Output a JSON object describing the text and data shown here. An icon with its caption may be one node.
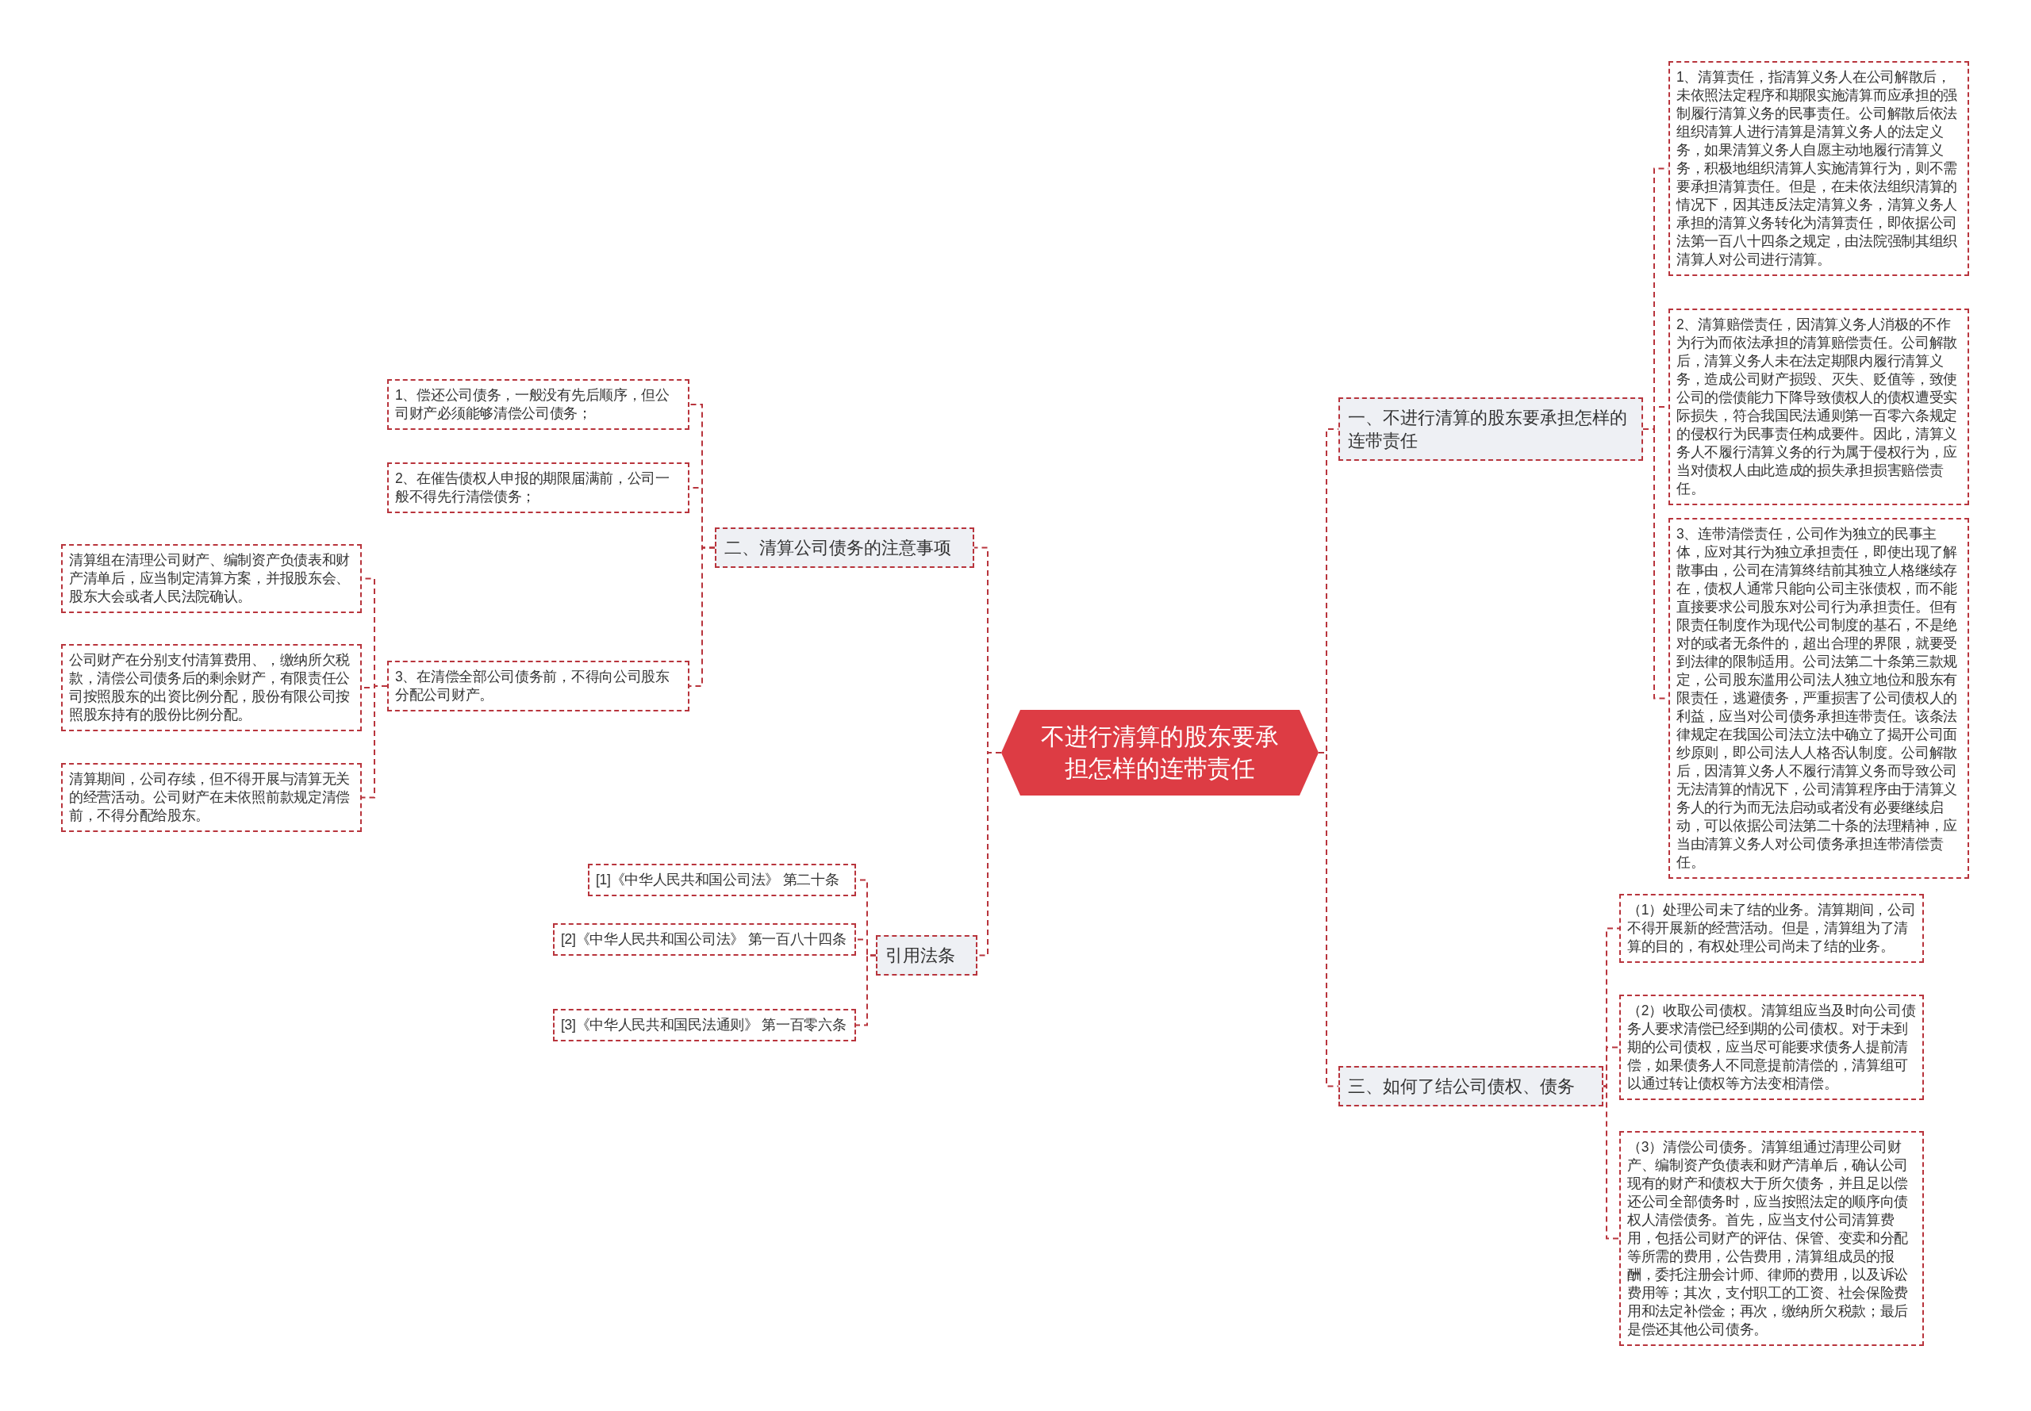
{
  "diagram": {
    "nodes": [
      {
        "text": [
          "不进行清算的股东要承担怎样的连带责任"
        ]
      },
      {
        "text": [
          "一、不进行清算的股东要承担怎样的连带责任"
        ]
      },
      {
        "text": [
          "1、清算责任，指清算义务人在公司解散后，未依照法定程序和期限实施清算而应承担的强制履行清算义务的民事责任。公司解散后依法组织清算人进行清算是清算义务人的法定义务，如果清算义务人自愿主动地履行清算义务，积极地组织清算人实施清算行为，则不需要承担清算责任。但是，在未依法组织清算的情况下，因其违反法定清算义务，清算义务人承担的清算义务转化为清算责任，即依据公司法第一百八十四条之规定，由法院强制其组织清算人对公司进行清算。"
        ]
      },
      {
        "text": [
          "2、清算赔偿责任，因清算义务人消极的不作为行为而依法承担的清算赔偿责任。公司解散后，清算义务人未在法定期限内履行清算义务，造成公司财产损毁、灭失、贬值等，致使公司的偿债能力下降导致债权人的债权遭受实际损失，符合我国民法通则第一百零六条规定的侵权行为民事责任构成要件。因此，清算义务人不履行清算义务的行为属于侵权行为，应当对债权人由此造成的损失承担损害赔偿责任。"
        ]
      },
      {
        "text": [
          "3、连带清偿责任，公司作为独立的民事主体，应对其行为独立承担责任，即使出现了解散事由，公司在清算终结前其独立人格继续存在，债权人通常只能向公司主张债权，而不能直接要求公司股东对公司行为承担责任。但有限责任制度作为现代公司制度的基石，不是绝对的或者无条件的，超出合理的界限，就要受到法律的限制适用。公司法第二十条第三款规定，公司股东滥用公司法人独立地位和股东有限责任，逃避债务，严重损害了公司债权人的利益，应当对公司债务承担连带责任。该条法律规定在我国公司法立法中确立了揭开公司面纱原则，即公司法人人格否认制度。公司解散后，因清算义务人不履行清算义务而导致公司无法清算的情况下，公司清算程序由于清算义务人的行为而无法启动或者没有必要继续启动，可以依据公司法第二十条的法理精神，应当由清算义务人对公司债务承担连带清偿责任。"
        ]
      },
      {
        "text": [
          "二、清算公司债务的注意事项"
        ]
      },
      {
        "text": [
          "1、偿还公司债务，一般没有先后顺序，但公司财产必须能够清偿公司债务；"
        ]
      },
      {
        "text": [
          "2、在催告债权人申报的期限届满前，公司一般不得先行清偿债务；"
        ]
      },
      {
        "text": [
          "3、在清偿全部公司债务前，不得向公司股东分配公司财产。"
        ]
      },
      {
        "text": [
          "清算组在清理公司财产、编制资产负债表和财产清单后，应当制定清算方案，并报股东会、股东大会或者人民法院确认。"
        ]
      },
      {
        "text": [
          "公司财产在分别支付清算费用、，缴纳所欠税款，清偿公司债务后的剩余财产，有限责任公司按照股东的出资比例分配，股份有限公司按照股东持有的股份比例分配。"
        ]
      },
      {
        "text": [
          "清算期间，公司存续，但不得开展与清算无关的经营活动。公司财产在未依照前款规定清偿前，不得分配给股东。"
        ]
      },
      {
        "text": [
          "引用法条"
        ]
      },
      {
        "text": [
          "[1]《中华人民共和国公司法》 第二十条"
        ]
      },
      {
        "text": [
          "[2]《中华人民共和国公司法》 第一百八十四条"
        ]
      },
      {
        "text": [
          "[3]《中华人民共和国民法通则》 第一百零六条"
        ]
      },
      {
        "text": [
          "三、如何了结公司债权、债务"
        ]
      },
      {
        "text": [
          "（1）处理公司未了结的业务。清算期间，公司不得开展新的经营活动。但是，清算组为了清算的目的，有权处理公司尚未了结的业务。"
        ]
      },
      {
        "text": [
          "（2）收取公司债权。清算组应当及时向公司债务人要求清偿已经到期的公司债权。对于未到期的公司债权，应当尽可能要求债务人提前清偿，如果债务人不同意提前清偿的，清算组可以通过转让债权等方法变相清偿。"
        ]
      },
      {
        "text": [
          "（3）清偿公司债务。清算组通过清理公司财产、编制资产负债表和财产清单后，确认公司现有的财产和债权大于所欠债务，并且足以偿还公司全部债务时，应当按照法定的顺序向债权人清偿债务。首先，应当支付公司清算费用，包括公司财产的评估、保管、变卖和分配等所需的费用，公告费用，清算组成员的报酬，委托注册会计师、律师的费用，以及诉讼费用等；其次，支付职工的工资、社会保险费用和法定补偿金；再次，缴纳所欠税款；最后是偿还其他公司债务。"
        ]
      }
    ],
    "edges": [
      {
        "from": 0,
        "to": 1,
        "arrow": "none"
      },
      {
        "from": 1,
        "to": 2,
        "arrow": "none"
      },
      {
        "from": 1,
        "to": 3,
        "arrow": "none"
      },
      {
        "from": 1,
        "to": 4,
        "arrow": "none"
      },
      {
        "from": 0,
        "to": 5,
        "arrow": "none"
      },
      {
        "from": 5,
        "to": 6,
        "arrow": "none"
      },
      {
        "from": 5,
        "to": 7,
        "arrow": "none"
      },
      {
        "from": 5,
        "to": 8,
        "arrow": "none"
      },
      {
        "from": 8,
        "to": 9,
        "arrow": "none"
      },
      {
        "from": 8,
        "to": 10,
        "arrow": "none"
      },
      {
        "from": 8,
        "to": 11,
        "arrow": "none"
      },
      {
        "from": 0,
        "to": 12,
        "arrow": "none"
      },
      {
        "from": 12,
        "to": 13,
        "arrow": "none"
      },
      {
        "from": 12,
        "to": 14,
        "arrow": "none"
      },
      {
        "from": 12,
        "to": 15,
        "arrow": "none"
      },
      {
        "from": 0,
        "to": 16,
        "arrow": "none"
      },
      {
        "from": 16,
        "to": 17,
        "arrow": "none"
      },
      {
        "from": 16,
        "to": 18,
        "arrow": "none"
      },
      {
        "from": 16,
        "to": 19,
        "arrow": "none"
      }
    ]
  }
}
